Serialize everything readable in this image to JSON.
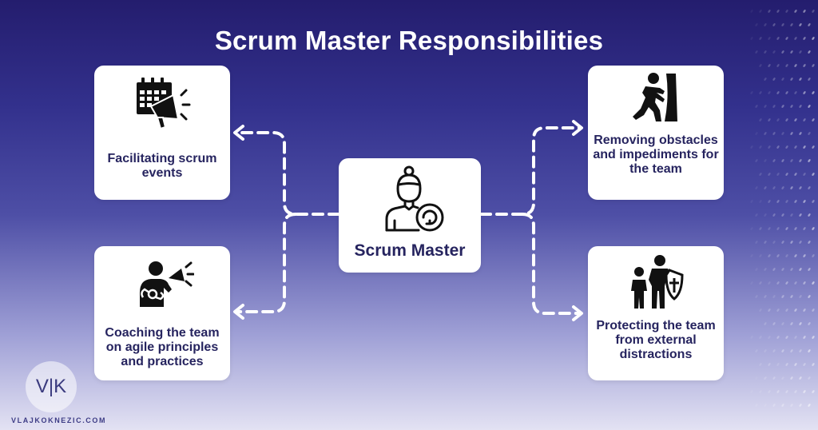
{
  "title": "Scrum Master Responsibilities",
  "center": {
    "label": "Scrum Master",
    "icon": "scrum-master-icon"
  },
  "responsibilities": [
    {
      "label": "Facilitating scrum events",
      "icon": "calendar-megaphone-icon"
    },
    {
      "label": "Coaching the team on agile principles and practices",
      "icon": "coach-megaphone-icon"
    },
    {
      "label": "Removing obstacles and impediments for the team",
      "icon": "pushing-wall-icon"
    },
    {
      "label": "Protecting the team from external distractions",
      "icon": "shield-protector-icon"
    }
  ],
  "brand": {
    "logo_text": "V|K",
    "site": "VLAJKOKNEZIC.COM"
  },
  "colors": {
    "text": "#26245f",
    "background_top": "#241d6e",
    "background_bottom": "#e3e2f3",
    "card": "#ffffff",
    "connector": "#ffffff"
  }
}
